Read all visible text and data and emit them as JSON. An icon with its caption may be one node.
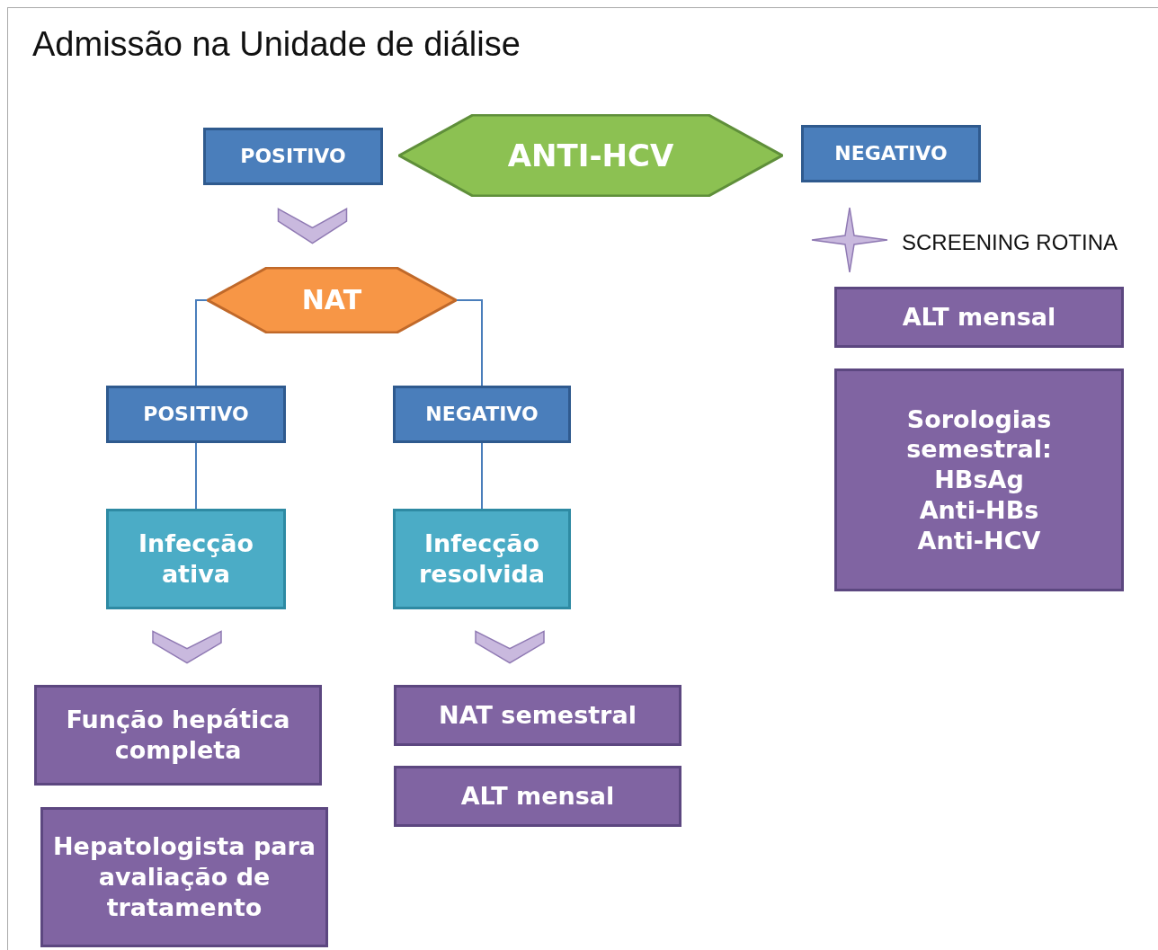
{
  "diagram": {
    "title": "Admissão na Unidade de diálise",
    "nodes": [
      {
        "text": [
          "POSITIVO"
        ]
      },
      {
        "text": [
          "ANTI-HCV"
        ]
      },
      {
        "text": [
          "NEGATIVO"
        ]
      },
      {
        "text": [
          "NAT"
        ]
      },
      {
        "text": [
          "POSITIVO"
        ]
      },
      {
        "text": [
          "NEGATIVO"
        ]
      },
      {
        "text": [
          "Infecção ativa"
        ]
      },
      {
        "text": [
          "Infecção resolvida"
        ]
      },
      {
        "text": [
          "Função hepática completa"
        ]
      },
      {
        "text": [
          "Hepatologista para avaliação de tratamento"
        ]
      },
      {
        "text": [
          "NAT semestral"
        ]
      },
      {
        "text": [
          "ALT mensal"
        ]
      },
      {
        "text": [
          "ALT mensal"
        ]
      },
      {
        "text": [
          "Sorologias semestral:",
          "HBsAg",
          "Anti-HBs",
          "Anti-HCV"
        ]
      }
    ],
    "edges": [
      {
        "from": 0,
        "to": 3,
        "arrow": "to"
      },
      {
        "from": 3,
        "to": 4,
        "arrow": "none"
      },
      {
        "from": 3,
        "to": 5,
        "arrow": "none"
      },
      {
        "from": 4,
        "to": 6,
        "arrow": "none"
      },
      {
        "from": 5,
        "to": 7,
        "arrow": "none"
      },
      {
        "from": 6,
        "to": 8,
        "arrow": "to"
      },
      {
        "from": 7,
        "to": 10,
        "arrow": "to"
      },
      {
        "from": 2,
        "to": 12,
        "arrow": "both"
      }
    ],
    "labels": [
      "SCREENING ROTINA"
    ]
  }
}
